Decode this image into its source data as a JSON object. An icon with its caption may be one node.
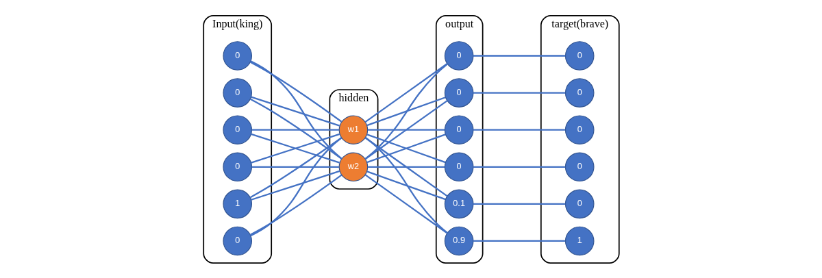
{
  "diagram": {
    "nodes": [
      {
        "text": [
          "Input(king)"
        ]
      },
      {
        "text": [
          "1"
        ],
        "in": 0
      },
      {
        "text": [
          "0"
        ],
        "in": 0
      },
      {
        "text": [
          "0"
        ],
        "in": 0
      },
      {
        "text": [
          "0"
        ],
        "in": 0
      },
      {
        "text": [
          "0"
        ],
        "in": 0
      },
      {
        "text": [
          "0"
        ],
        "in": 0
      },
      {
        "text": [
          "hidden"
        ]
      },
      {
        "text": [
          "w1"
        ],
        "in": 7
      },
      {
        "text": [
          "w2"
        ],
        "in": 7
      },
      {
        "text": [
          "output"
        ]
      },
      {
        "text": [
          "0.1"
        ],
        "in": 10
      },
      {
        "text": [
          "0.9"
        ],
        "in": 10
      },
      {
        "text": [
          "0"
        ],
        "in": 10
      },
      {
        "text": [
          "0"
        ],
        "in": 10
      },
      {
        "text": [
          "0"
        ],
        "in": 10
      },
      {
        "text": [
          "0"
        ],
        "in": 10
      },
      {
        "text": [
          "target(brave)"
        ]
      },
      {
        "text": [
          "0"
        ],
        "in": 17
      },
      {
        "text": [
          "1"
        ],
        "in": 17
      },
      {
        "text": [
          "0"
        ],
        "in": 17
      },
      {
        "text": [
          "0"
        ],
        "in": 17
      },
      {
        "text": [
          "0"
        ],
        "in": 17
      },
      {
        "text": [
          "0"
        ],
        "in": 17
      }
    ],
    "edges": [
      {
        "from": 1,
        "to": 8,
        "arrow": "none"
      },
      {
        "from": 1,
        "to": 9,
        "arrow": "none"
      },
      {
        "from": 2,
        "to": 8,
        "arrow": "none"
      },
      {
        "from": 2,
        "to": 9,
        "arrow": "none"
      },
      {
        "from": 3,
        "to": 8,
        "arrow": "none"
      },
      {
        "from": 3,
        "to": 9,
        "arrow": "none"
      },
      {
        "from": 4,
        "to": 8,
        "arrow": "none"
      },
      {
        "from": 4,
        "to": 9,
        "arrow": "none"
      },
      {
        "from": 5,
        "to": 8,
        "arrow": "none"
      },
      {
        "from": 5,
        "to": 9,
        "arrow": "none"
      },
      {
        "from": 6,
        "to": 8,
        "arrow": "none"
      },
      {
        "from": 6,
        "to": 9,
        "arrow": "none"
      },
      {
        "from": 8,
        "to": 11,
        "arrow": "none"
      },
      {
        "from": 8,
        "to": 12,
        "arrow": "none"
      },
      {
        "from": 8,
        "to": 13,
        "arrow": "none"
      },
      {
        "from": 8,
        "to": 14,
        "arrow": "none"
      },
      {
        "from": 8,
        "to": 15,
        "arrow": "none"
      },
      {
        "from": 8,
        "to": 16,
        "arrow": "none"
      },
      {
        "from": 9,
        "to": 11,
        "arrow": "none"
      },
      {
        "from": 9,
        "to": 12,
        "arrow": "none"
      },
      {
        "from": 9,
        "to": 13,
        "arrow": "none"
      },
      {
        "from": 9,
        "to": 14,
        "arrow": "none"
      },
      {
        "from": 9,
        "to": 15,
        "arrow": "none"
      },
      {
        "from": 9,
        "to": 16,
        "arrow": "none"
      },
      {
        "from": 11,
        "to": 18,
        "arrow": "none"
      },
      {
        "from": 12,
        "to": 19,
        "arrow": "none"
      },
      {
        "from": 13,
        "to": 20,
        "arrow": "none"
      },
      {
        "from": 14,
        "to": 21,
        "arrow": "none"
      },
      {
        "from": 15,
        "to": 22,
        "arrow": "none"
      },
      {
        "from": 16,
        "to": 23,
        "arrow": "none"
      }
    ]
  }
}
